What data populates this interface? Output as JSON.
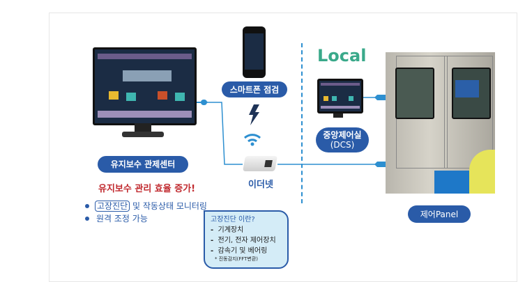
{
  "center": {
    "label": "유지보수 관제센터"
  },
  "smartphone": {
    "label": "스마트폰 점검"
  },
  "ethernet": {
    "label": "이더넷"
  },
  "local": {
    "title": "Local"
  },
  "dcs": {
    "label_line1": "중앙제어실",
    "label_line2": "(DCS)"
  },
  "panel": {
    "label": "제어Panel"
  },
  "benefits": {
    "headline": "유지보수 관리 효율 증가!",
    "items": [
      {
        "highlight": "고장진단",
        "text": " 및 작동상태 모니터링"
      },
      {
        "text": "원격 조정 가능"
      }
    ]
  },
  "callout": {
    "title": "고장진단 이란?",
    "items": [
      "기계장치",
      "전기, 전자 제어장치",
      "감속기 및 베어링"
    ],
    "note": "* 진동감지(FFT변환)",
    "dash": "-"
  },
  "colors": {
    "accent": "#2a5ba8",
    "line": "#2d8fd0",
    "local": "#3aa98a",
    "headline": "#c0282d"
  }
}
